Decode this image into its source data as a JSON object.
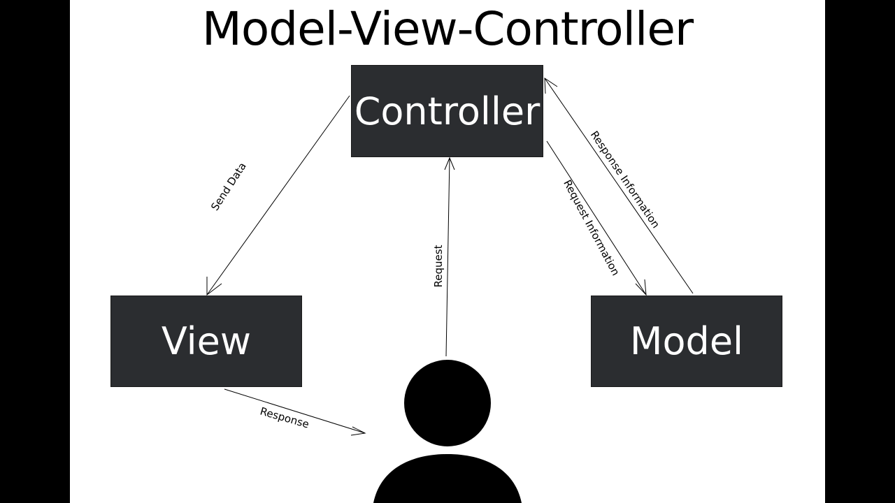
{
  "title": "Model-View-Controller",
  "nodes": {
    "controller": "Controller",
    "view": "View",
    "model": "Model"
  },
  "edges": {
    "send_data": "Send Data",
    "request": "Request",
    "request_information": "Request Information",
    "response_information": "Response Information",
    "response": "Response"
  },
  "colors": {
    "box_fill": "#2b2d30",
    "box_text": "#ffffff",
    "user_icon": "#000000",
    "frame": "#000000"
  },
  "icons": {
    "user": "user-icon"
  }
}
